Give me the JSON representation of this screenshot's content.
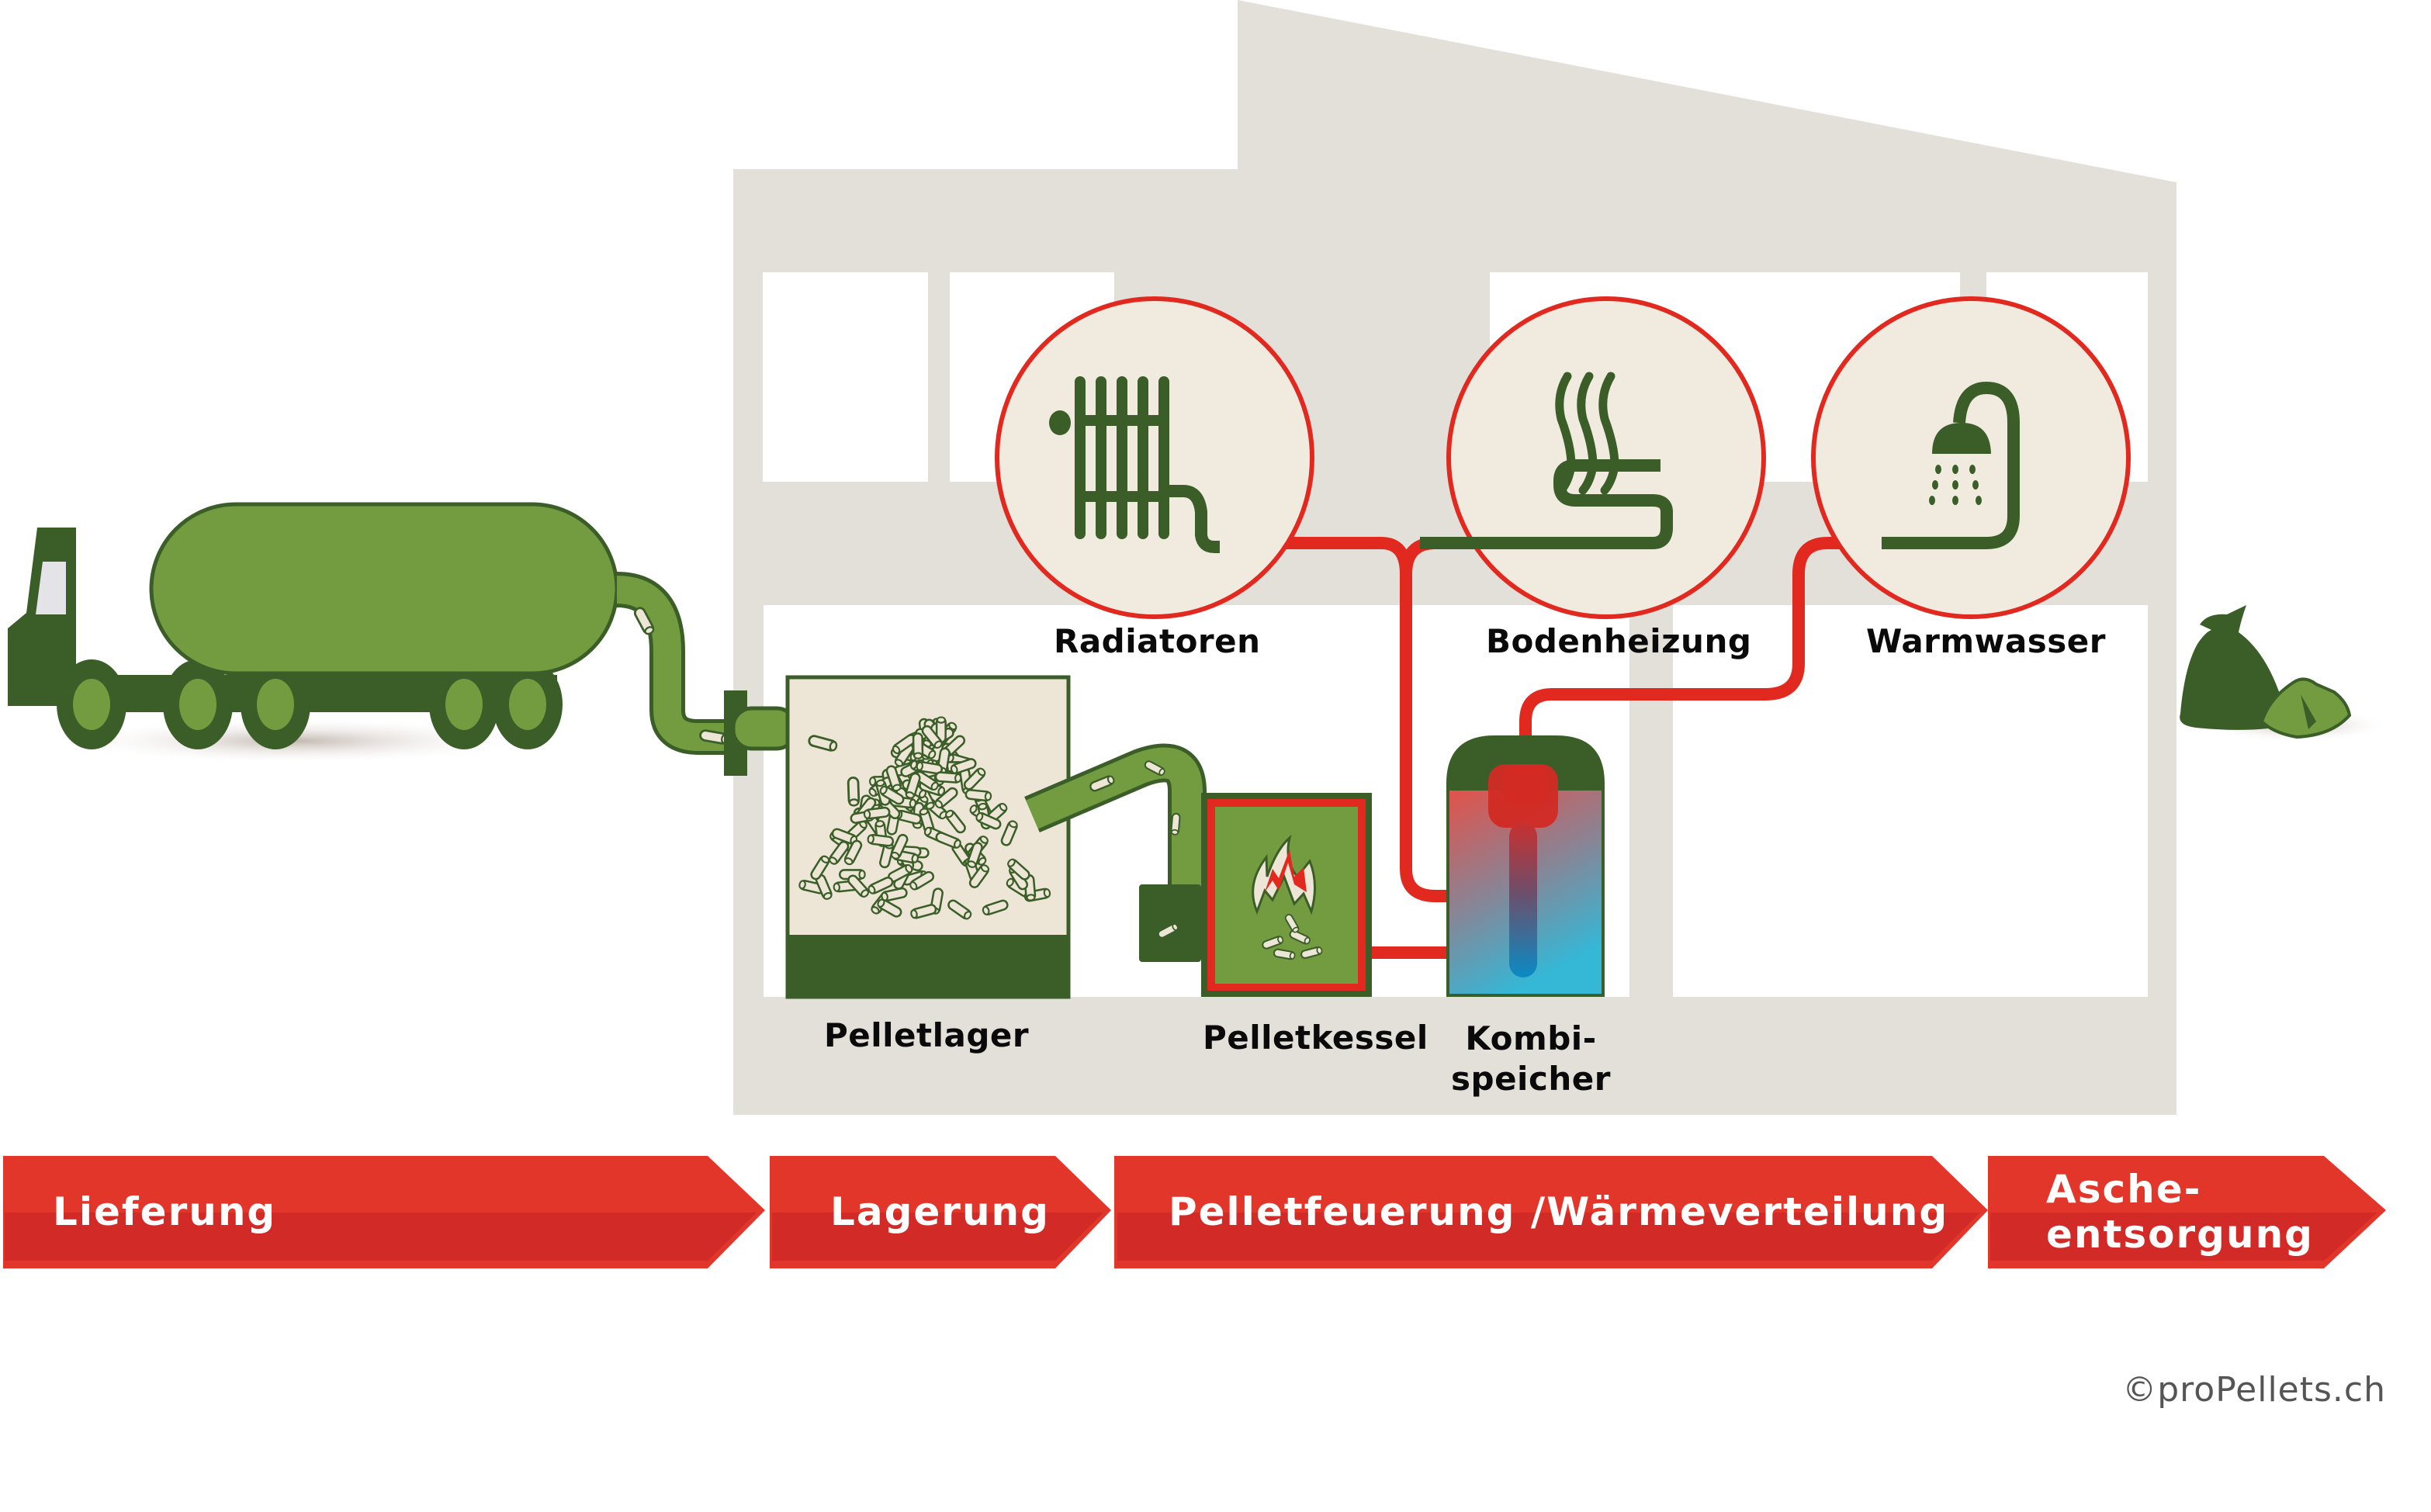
{
  "title": "Pellet heating process overview",
  "colors": {
    "building": "#e3e0d9",
    "dark_green": "#3b5e28",
    "light_green": "#739c40",
    "red": "#e2291f",
    "red_dark": "#d12a27",
    "cream": "#f1ebdf",
    "pellet_fill": "#ede5d6"
  },
  "components": {
    "radiators": {
      "label": "Radiatoren",
      "icon": "radiator-icon"
    },
    "floor_heating": {
      "label": "Bodenheizung",
      "icon": "floor-heating-icon"
    },
    "hot_water": {
      "label": "Warmwasser",
      "icon": "shower-icon"
    },
    "pellet_storage": {
      "label": "Pelletlager"
    },
    "pellet_boiler": {
      "label": "Pelletkessel",
      "icon": "flame-icon"
    },
    "combi_storage": {
      "label_line1": "Kombi-",
      "label_line2": "speicher"
    },
    "delivery_truck": {
      "icon": "tanker-truck-icon"
    },
    "ash_bags": {
      "icon": "ash-bag-icon"
    }
  },
  "stages": [
    {
      "label": "Lieferung"
    },
    {
      "label": "Lagerung"
    },
    {
      "label": "Pelletfeuerung /Wärmeverteilung"
    },
    {
      "label_line1": "Asche-",
      "label_line2": "entsorgung"
    }
  ],
  "copyright": "©proPellets.ch"
}
